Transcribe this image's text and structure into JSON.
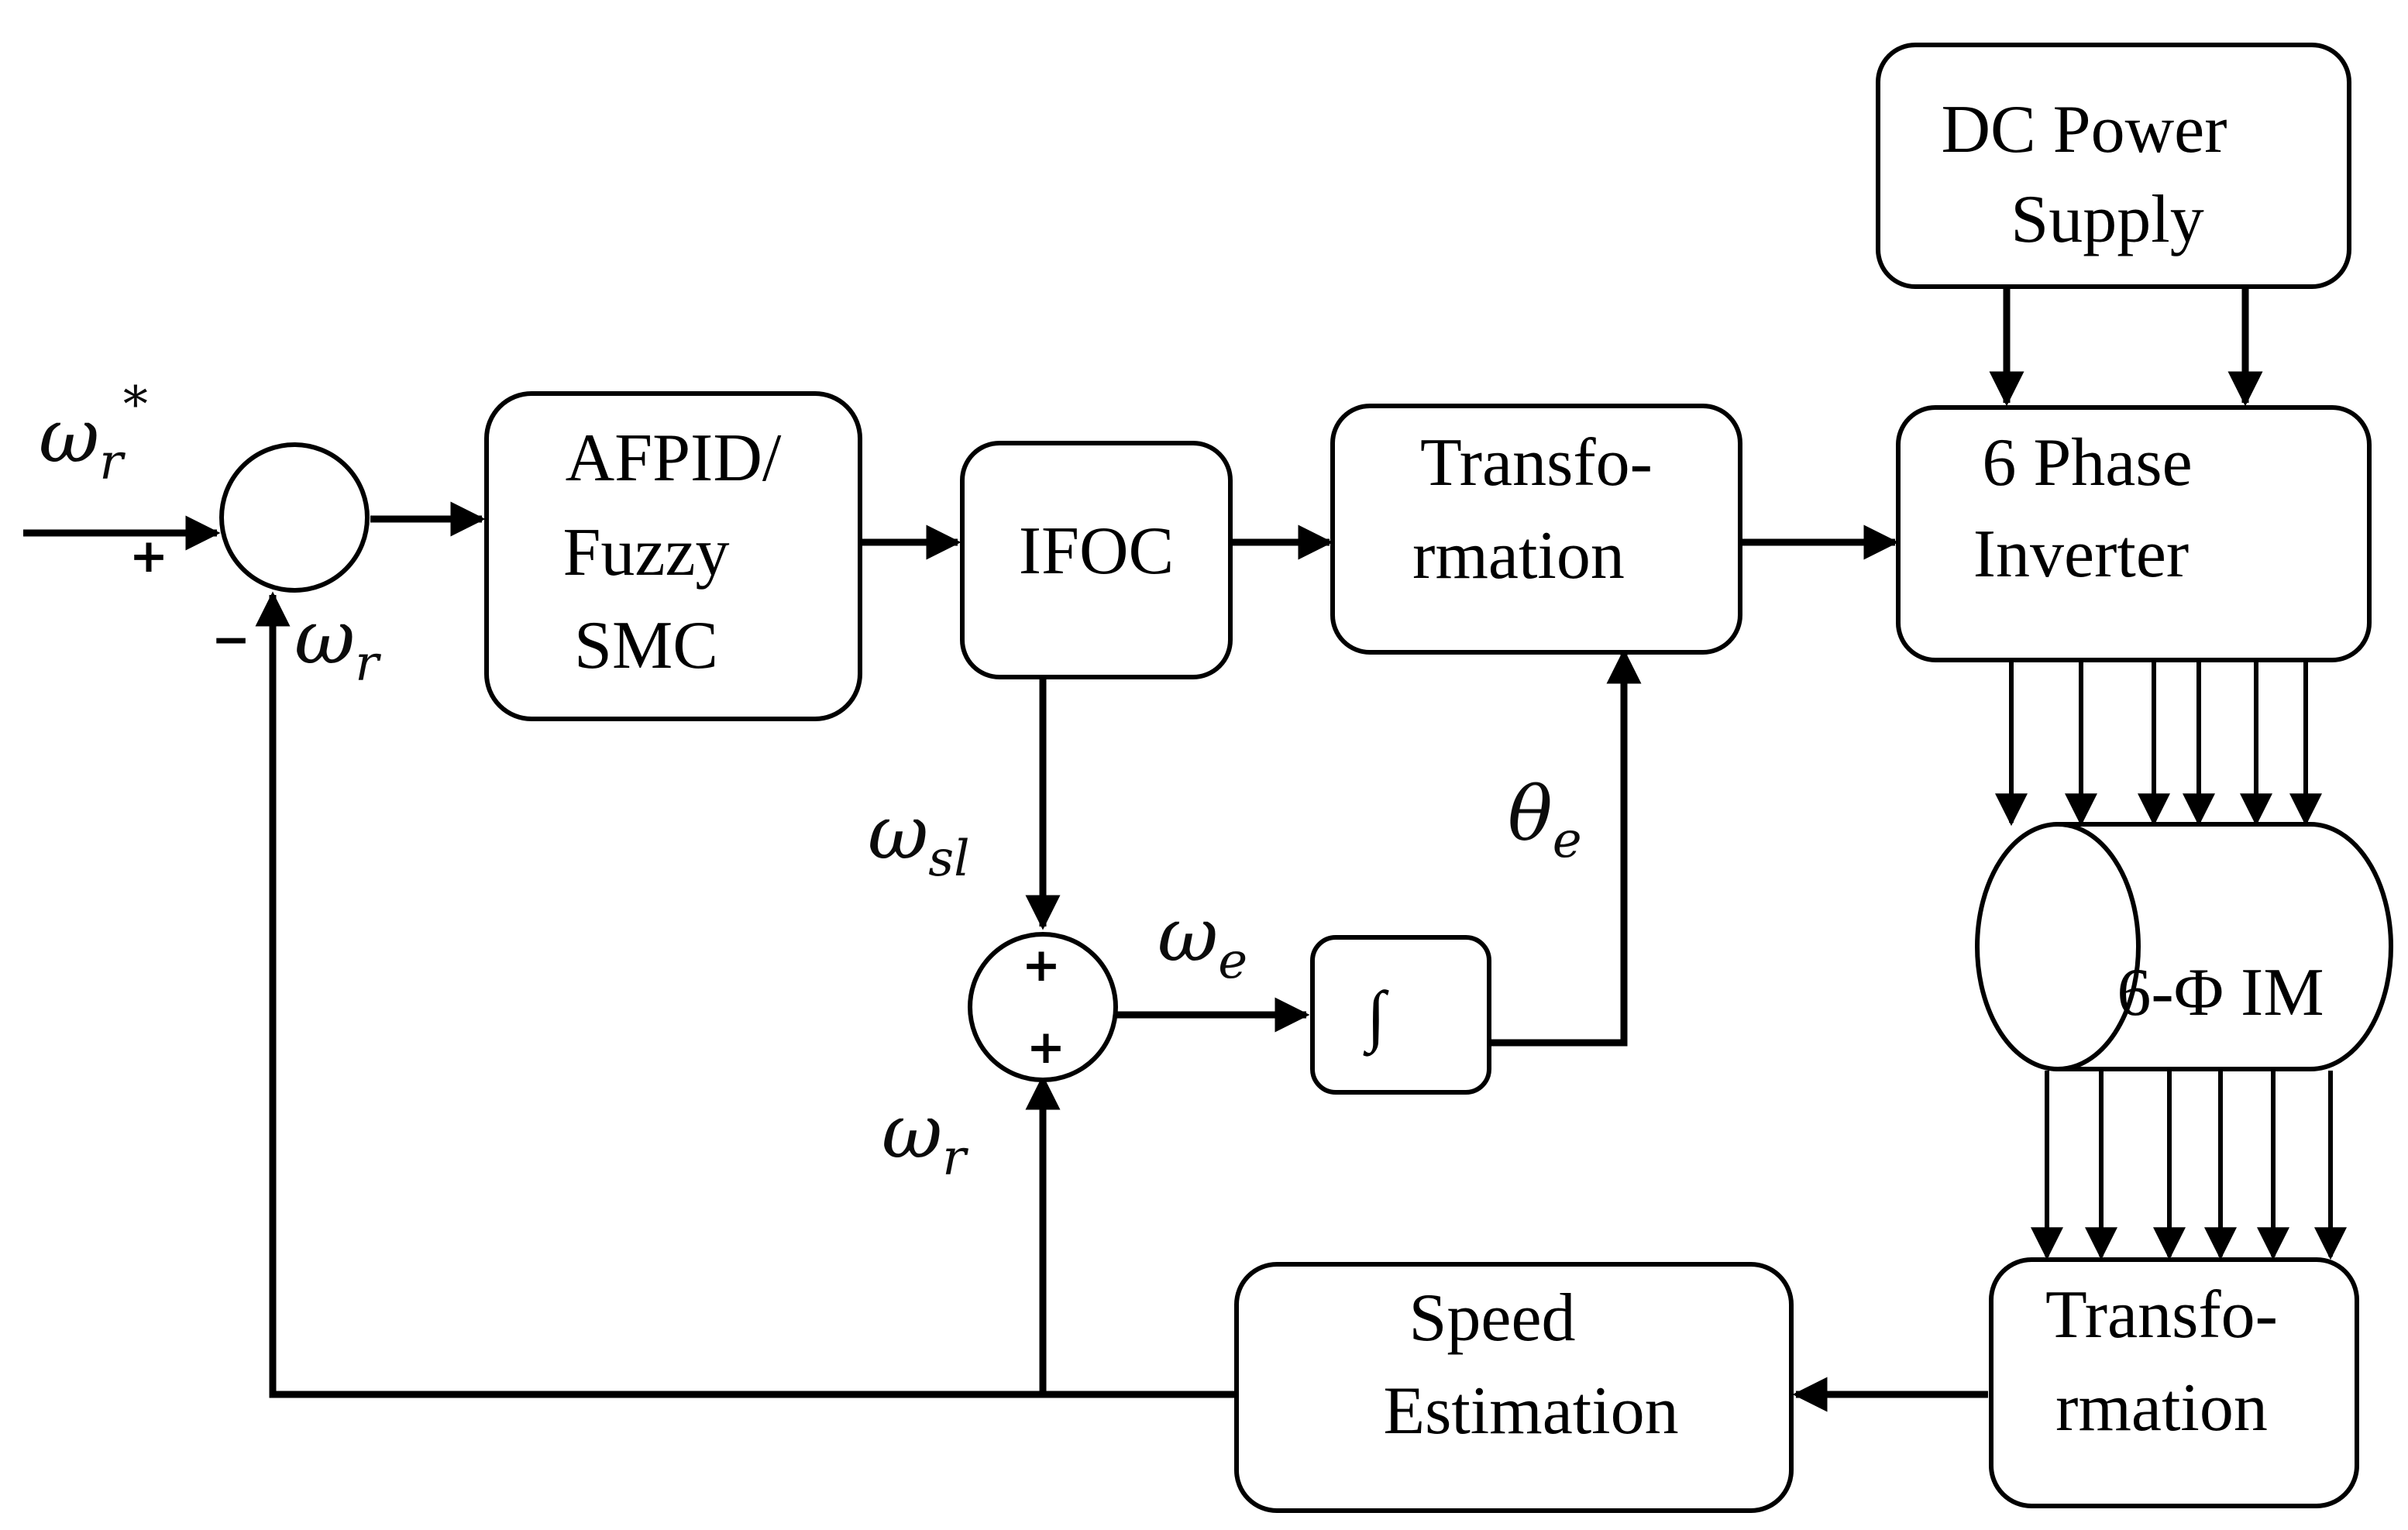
{
  "blocks": {
    "controller": [
      "AFPID/",
      "Fuzzy",
      "SMC"
    ],
    "ifoc": "IFOC",
    "transformation_top": [
      "Transfo-",
      "rmation"
    ],
    "dc_supply": [
      "DC Power",
      "Supply"
    ],
    "inverter": [
      "6 Phase",
      "Inverter"
    ],
    "motor": "6-Φ IM",
    "transformation_bottom": [
      "Transfo-",
      "rmation"
    ],
    "speed_estimation": [
      "Speed",
      "Estimation"
    ],
    "integrator": "∫"
  },
  "signals": {
    "ref_speed": {
      "base": "ω",
      "sub": "r",
      "sup": "*"
    },
    "feedback_speed": {
      "base": "ω",
      "sub": "r"
    },
    "slip_speed": {
      "base": "ω",
      "sub": "sl"
    },
    "electrical_speed": {
      "base": "ω",
      "sub": "e"
    },
    "electrical_angle": {
      "base": "θ",
      "sub": "e"
    },
    "rotor_speed_lower": {
      "base": "ω",
      "sub": "r"
    }
  },
  "signs": {
    "sum1_plus": "+",
    "sum1_minus": "−",
    "sum2_top": "+",
    "sum2_bottom": "+"
  }
}
